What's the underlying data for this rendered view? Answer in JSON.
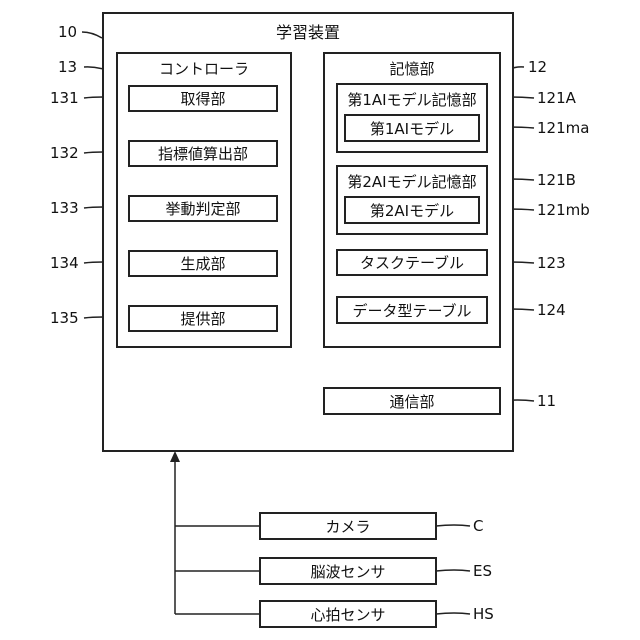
{
  "device": {
    "title": "学習装置",
    "ref": "10"
  },
  "controller": {
    "title": "コントローラ",
    "ref": "13",
    "units": [
      {
        "label": "取得部",
        "ref": "131"
      },
      {
        "label": "指標値算出部",
        "ref": "132"
      },
      {
        "label": "挙動判定部",
        "ref": "133"
      },
      {
        "label": "生成部",
        "ref": "134"
      },
      {
        "label": "提供部",
        "ref": "135"
      }
    ]
  },
  "storage": {
    "title": "記憶部",
    "ref": "12",
    "model_storage_1": {
      "label": "第1AIモデル記憶部",
      "ref": "121A",
      "model": {
        "label": "第1AIモデル",
        "ref": "121ma"
      }
    },
    "model_storage_2": {
      "label": "第2AIモデル記憶部",
      "ref": "121B",
      "model": {
        "label": "第2AIモデル",
        "ref": "121mb"
      }
    },
    "task_table": {
      "label": "タスクテーブル",
      "ref": "123"
    },
    "data_table": {
      "label": "データ型テーブル",
      "ref": "124"
    }
  },
  "comm": {
    "label": "通信部",
    "ref": "11"
  },
  "sensors": [
    {
      "label": "カメラ",
      "ref": "C"
    },
    {
      "label": "脳波センサ",
      "ref": "ES"
    },
    {
      "label": "心拍センサ",
      "ref": "HS"
    }
  ]
}
